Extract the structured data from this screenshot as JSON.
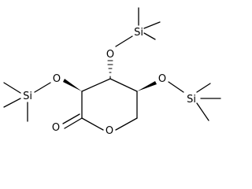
{
  "molecule": {
    "labels": {
      "o_tms_top": "O",
      "si_top": "Si",
      "o_tms_left": "O",
      "si_left": "Si",
      "o_tms_right": "O",
      "si_right": "Si",
      "o_carbonyl": "O",
      "o_ring": "O"
    }
  }
}
